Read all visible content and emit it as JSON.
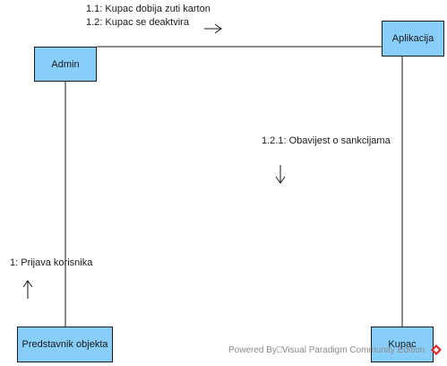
{
  "diagram": {
    "type": "UML communication diagram",
    "objects": {
      "admin": "Admin",
      "aplikacija": "Aplikacija",
      "predstavnik": "Predstavnik objekta",
      "kupac": "Kupac"
    },
    "messages": {
      "m1_1": "1.1: Kupac dobija zuti karton",
      "m1_2": "1.2: Kupac se deaktvira",
      "m1_2_1": "1.2.1: Obavijest o sankcijama",
      "m1": "1: Prijava korisnika"
    },
    "colors": {
      "object_fill": "#87cefa",
      "line": "#1a1a1a",
      "watermark_text": "#8a8a8a",
      "watermark_logo": "#d9262c"
    }
  },
  "watermark": {
    "text": "Powered By⎕Visual Paradigm Community Edition",
    "logo_icon": "visual-paradigm-logo-icon"
  }
}
